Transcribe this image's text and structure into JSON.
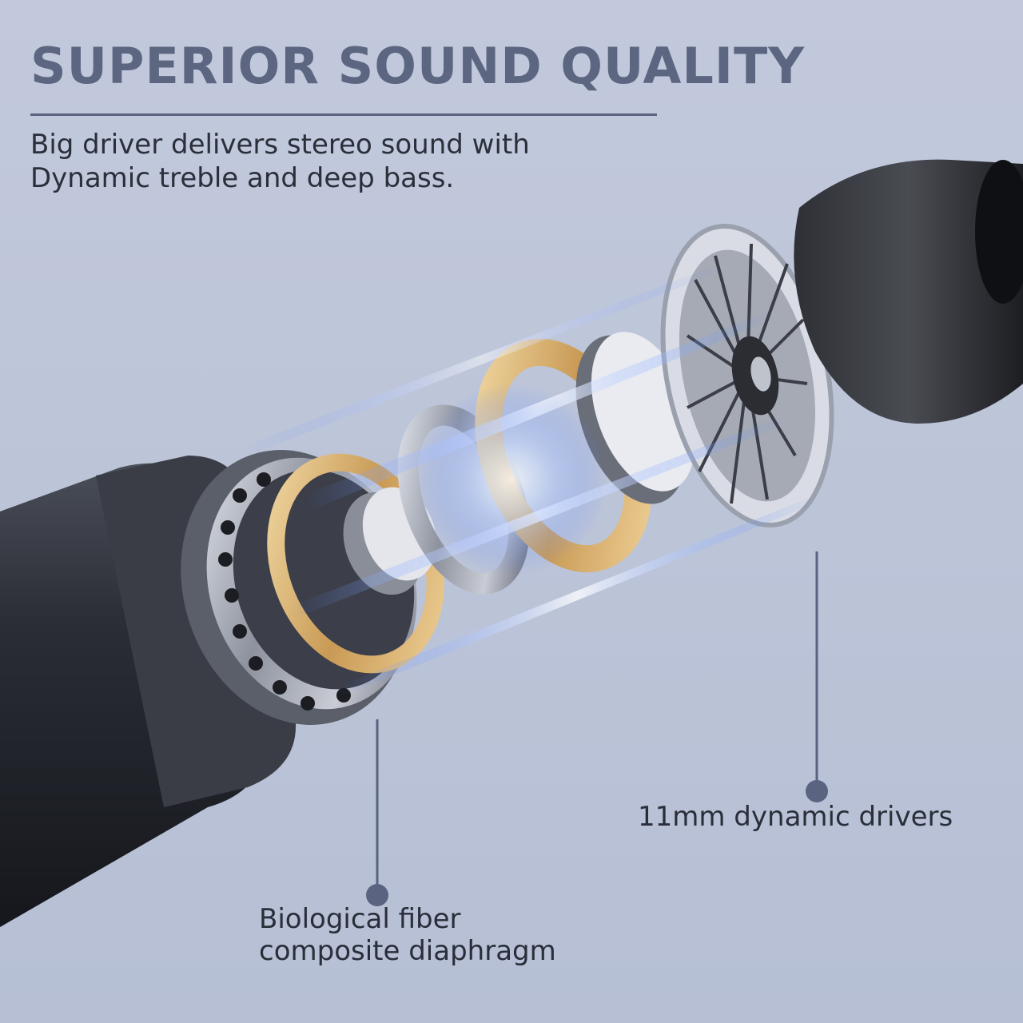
{
  "header": {
    "title": "SUPERIOR SOUND QUALITY",
    "subtitle_lines": [
      "Big driver delivers stereo sound with",
      "Dynamic treble and deep bass."
    ]
  },
  "callouts": {
    "drivers": {
      "label": "11mm dynamic drivers"
    },
    "diaphragm": {
      "label_lines": [
        "Biological fiber",
        "composite diaphragm"
      ]
    }
  },
  "colors": {
    "background": "#bfc7db",
    "headline": "#5d6680",
    "callout_line": "#5a6380",
    "text": "#2b2f3a",
    "glow": "#4a7cff"
  }
}
